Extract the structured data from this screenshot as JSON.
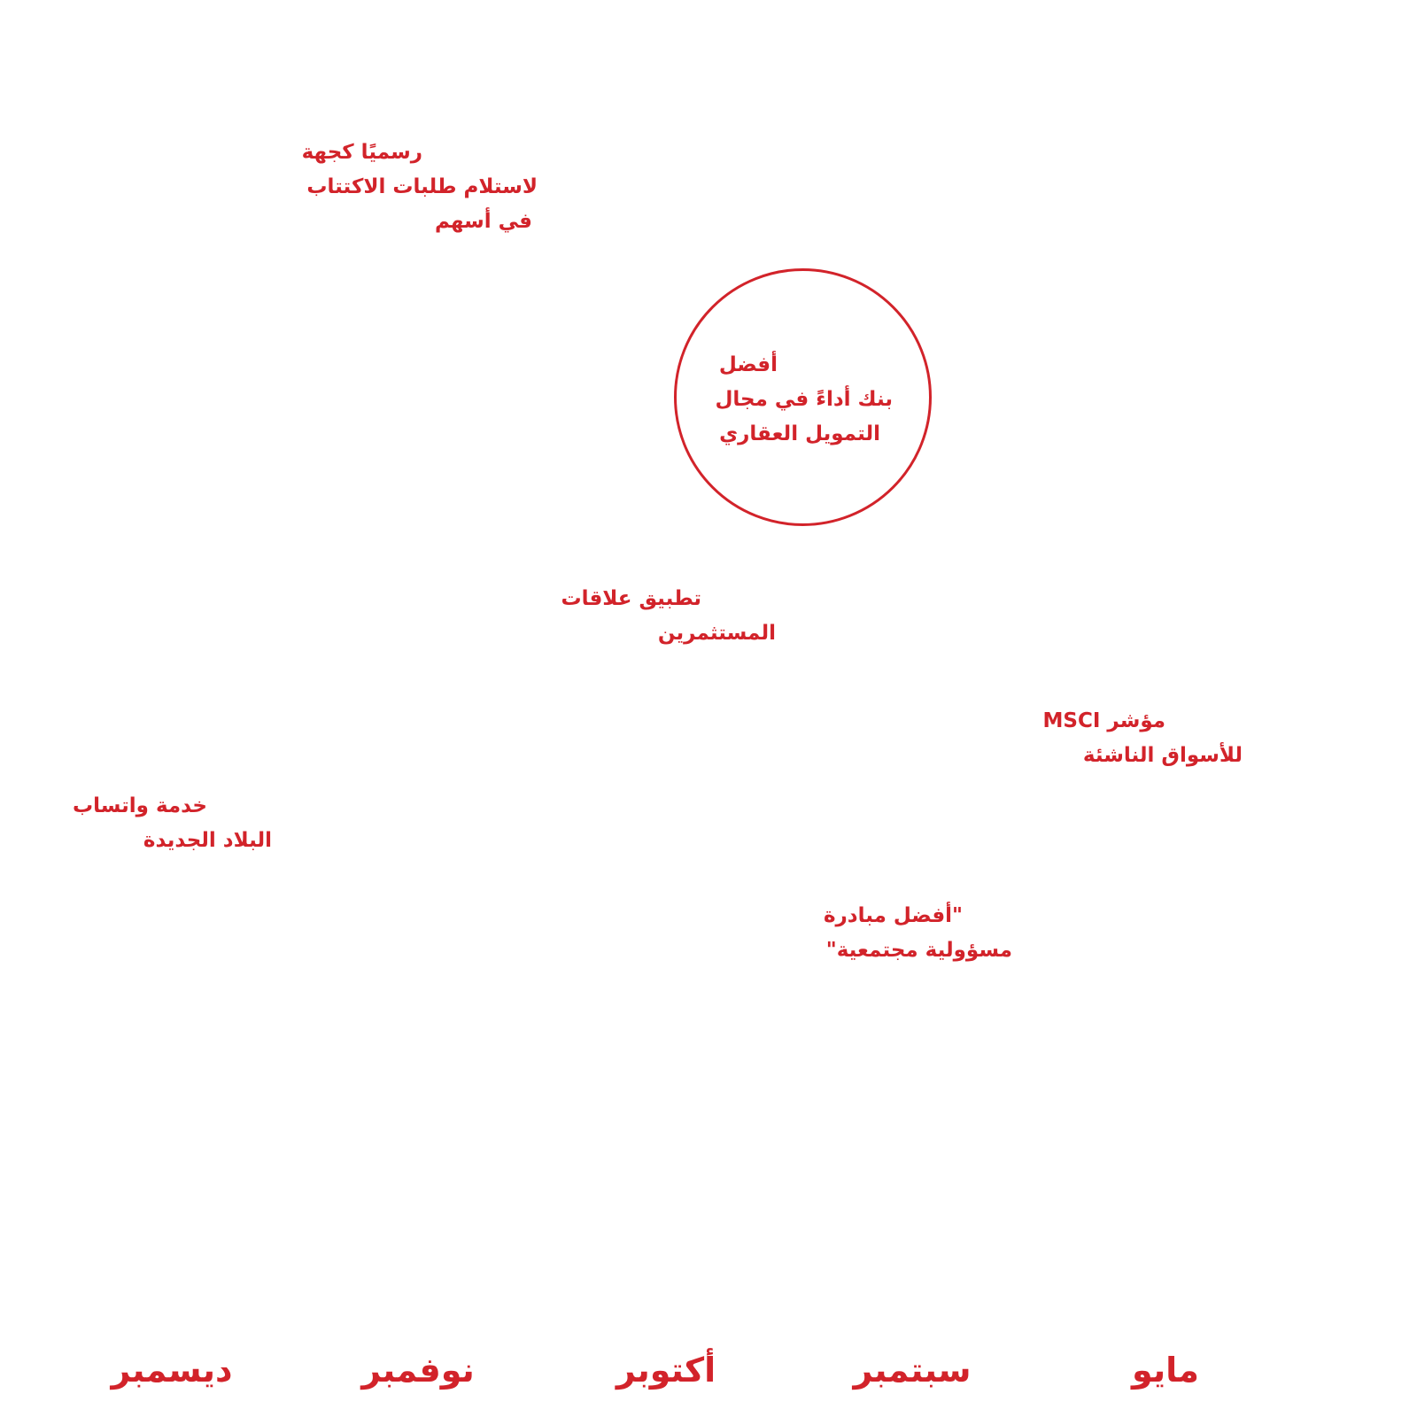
{
  "accent_color": "#d2232a",
  "notes": {
    "ipo": [
      "رسميًا كجهة",
      "لاستلام طلبات الاكتتاب",
      "في أسهم"
    ],
    "best_bank": [
      "أفضل",
      "بنك أداءً في مجال",
      "التمويل العقاري"
    ],
    "investor_app": [
      "تطبيق علاقات",
      "المستثمرين"
    ],
    "msci": [
      "مؤشر MSCI",
      "للأسواق الناشئة"
    ],
    "whatsapp": [
      "خدمة واتساب",
      "البلاد الجديدة"
    ],
    "csr": [
      "\"أفضل مبادرة",
      "مسؤولية مجتمعية\""
    ]
  },
  "months": {
    "may": "مايو",
    "september": "سبتمبر",
    "october": "أكتوبر",
    "november": "نوفمبر",
    "december": "ديسمبر"
  }
}
